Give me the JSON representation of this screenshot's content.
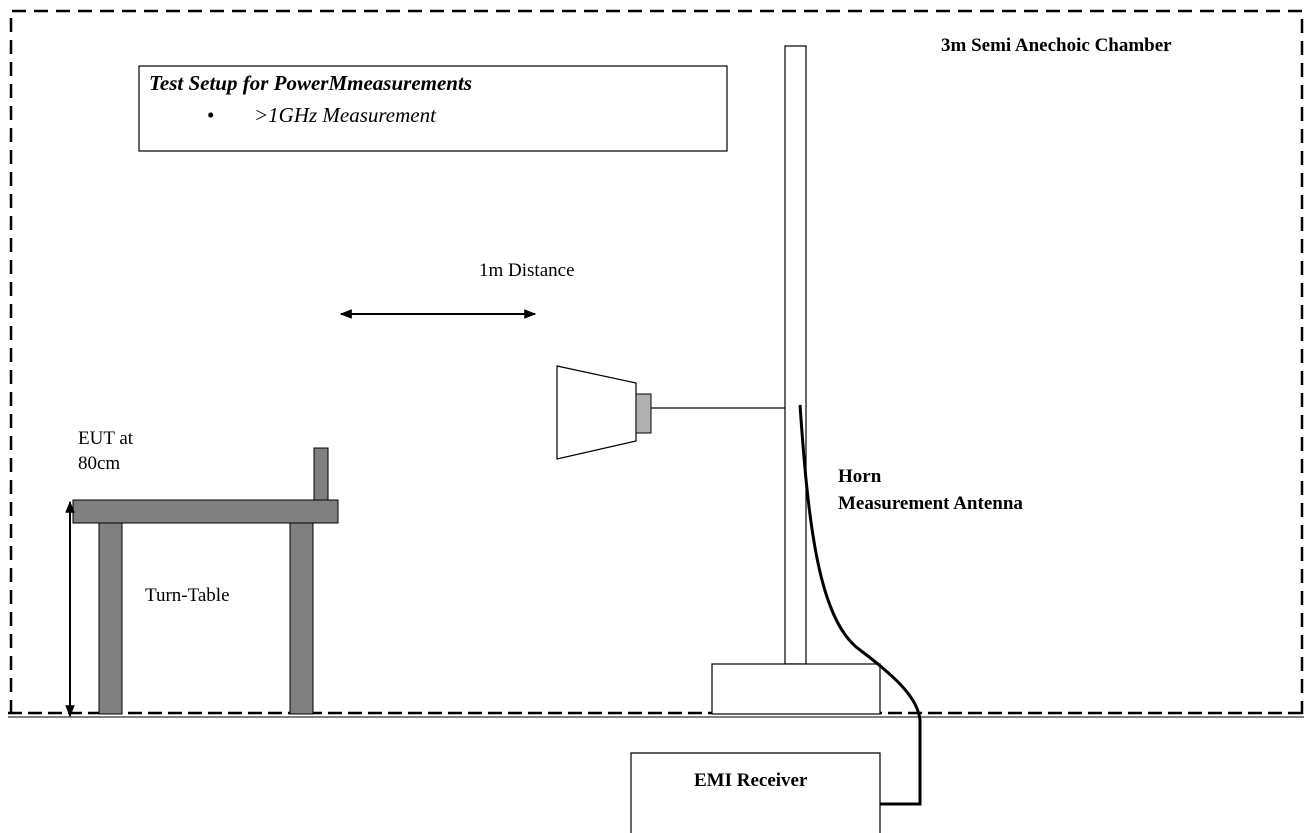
{
  "chamber": {
    "label": "3m Semi Anechoic Chamber"
  },
  "title_box": {
    "title": "Test Setup for PowerMmeasurements",
    "bullet": "•",
    "bullet_text": ">1GHz Measurement"
  },
  "distance": {
    "label": "1m Distance"
  },
  "eut": {
    "line1": "EUT at",
    "line2": "80cm"
  },
  "turntable": {
    "label": "Turn-Table"
  },
  "antenna": {
    "line1": "Horn",
    "line2": "Measurement Antenna"
  },
  "receiver": {
    "label": "EMI Receiver"
  },
  "colors": {
    "stroke": "#000000",
    "fill_gray": "#808080",
    "background": "#ffffff"
  }
}
